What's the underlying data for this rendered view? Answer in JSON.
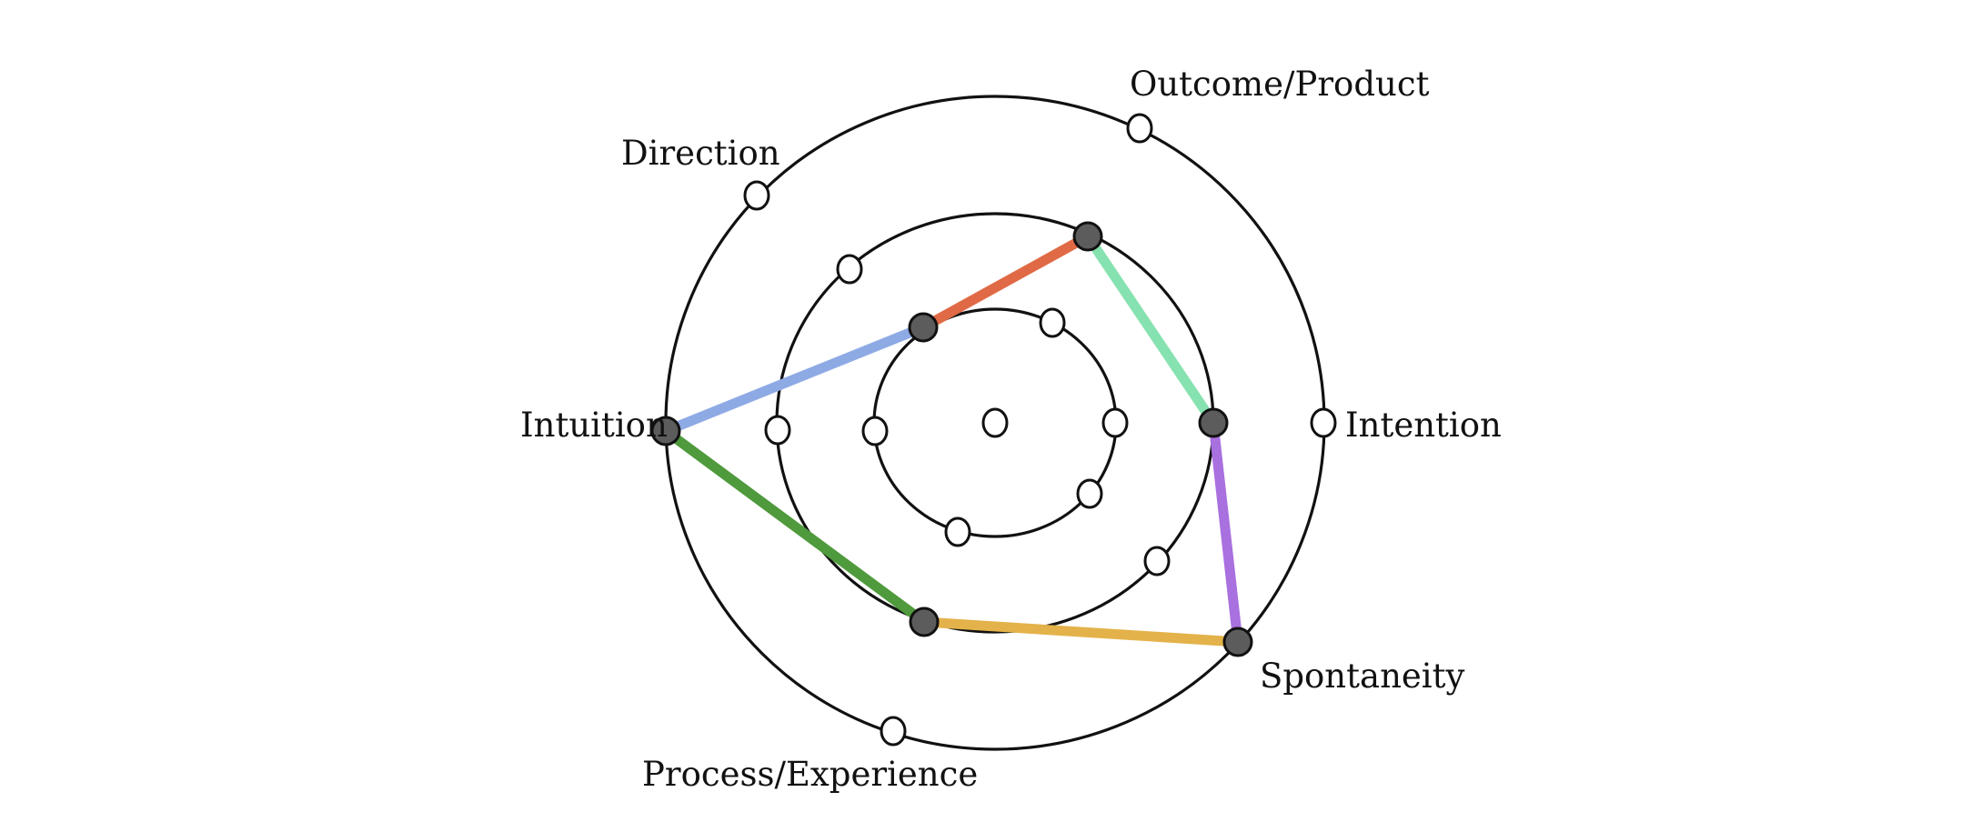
{
  "axes": [
    {
      "id": "direction",
      "label": "Direction"
    },
    {
      "id": "outcome",
      "label": "Outcome/Product"
    },
    {
      "id": "intention",
      "label": "Intention"
    },
    {
      "id": "spontaneity",
      "label": "Spontaneity"
    },
    {
      "id": "process",
      "label": "Process/Experience"
    },
    {
      "id": "intuition",
      "label": "Intuition"
    }
  ],
  "rings": [
    "inner",
    "middle",
    "outer"
  ],
  "selected": [
    {
      "axis": "intuition",
      "ring": "outer"
    },
    {
      "axis": "direction",
      "ring": "inner"
    },
    {
      "axis": "outcome",
      "ring": "middle"
    },
    {
      "axis": "intention",
      "ring": "middle"
    },
    {
      "axis": "spontaneity",
      "ring": "outer"
    },
    {
      "axis": "process",
      "ring": "middle"
    }
  ],
  "edges": [
    {
      "from": "intuition",
      "to": "direction",
      "color": "#8eaae5"
    },
    {
      "from": "direction",
      "to": "outcome",
      "color": "#e06a45"
    },
    {
      "from": "outcome",
      "to": "intention",
      "color": "#86e2b0"
    },
    {
      "from": "intention",
      "to": "spontaneity",
      "color": "#a970df"
    },
    {
      "from": "spontaneity",
      "to": "process",
      "color": "#e4b24a"
    },
    {
      "from": "process",
      "to": "intuition",
      "color": "#4f9a3c"
    }
  ],
  "colors": {
    "ring_stroke": "#111111",
    "filled_marker": "#5c5c5c",
    "empty_marker": "#ffffff"
  }
}
